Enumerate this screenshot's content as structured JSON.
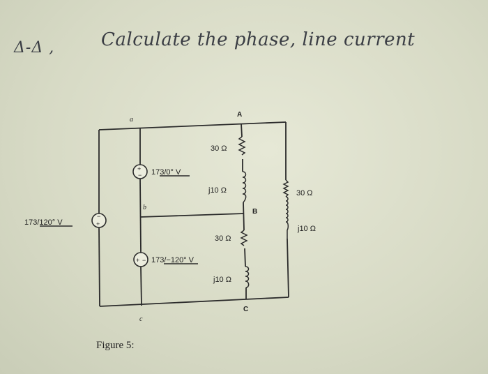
{
  "handwritten": {
    "connection": "Δ-Δ ,",
    "task": "Calculate the phase, line current"
  },
  "nodes": {
    "a": "a",
    "b": "b",
    "c": "c",
    "A": "A",
    "B": "B",
    "C": "C"
  },
  "sources": {
    "top": "173/0° V",
    "middle": "173/−120° V",
    "left": "173/120° V"
  },
  "impedances": {
    "AB_resistor": "30 Ω",
    "AB_inductor": "j10 Ω",
    "BC_resistor": "30 Ω",
    "BC_inductor": "j10 Ω",
    "CA_resistor": "30 Ω",
    "CA_inductor": "j10 Ω"
  },
  "caption": "Figure 5:"
}
